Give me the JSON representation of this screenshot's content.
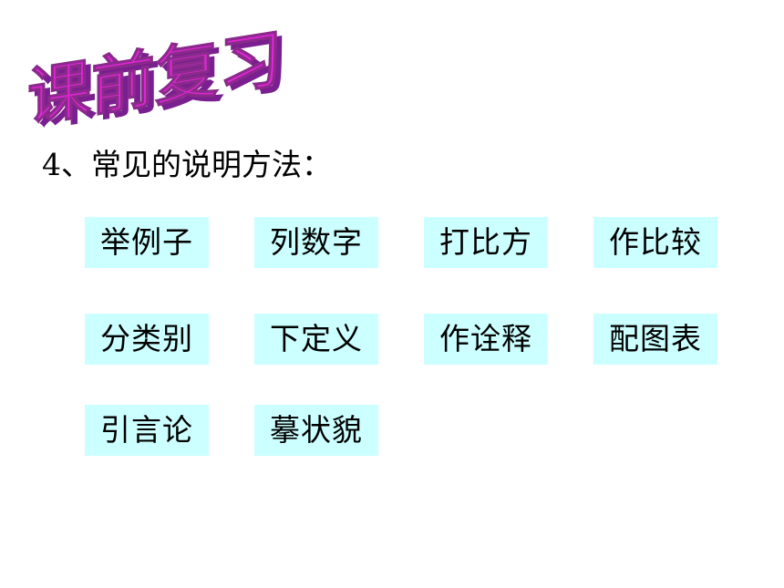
{
  "title": {
    "text": "课前复习",
    "fill_color": "#e026d6",
    "shadow_color": "#7a1f8f"
  },
  "subtitle": "4、常见的说明方法：",
  "methods": [
    "举例子",
    "列数字",
    "打比方",
    "作比较",
    "分类别",
    "下定义",
    "作诠释",
    "配图表",
    "引言论",
    "摹状貌"
  ],
  "box_color": "#ccffff"
}
